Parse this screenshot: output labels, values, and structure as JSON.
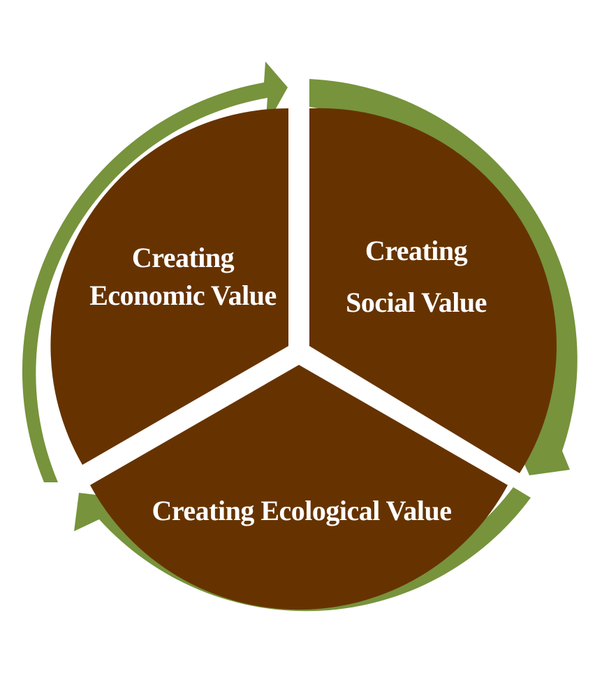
{
  "diagram": {
    "colors": {
      "segment_fill": "#663300",
      "arrow_fill": "#77933C",
      "label_text": "#FFFFFF",
      "background": "#FFFFFF"
    },
    "segments": [
      {
        "id": "economic",
        "line1": "Creating",
        "line2": "Economic Value"
      },
      {
        "id": "social",
        "line1": "Creating",
        "line2": "Social Value"
      },
      {
        "id": "ecological",
        "line1": "Creating Ecological Value"
      }
    ]
  }
}
